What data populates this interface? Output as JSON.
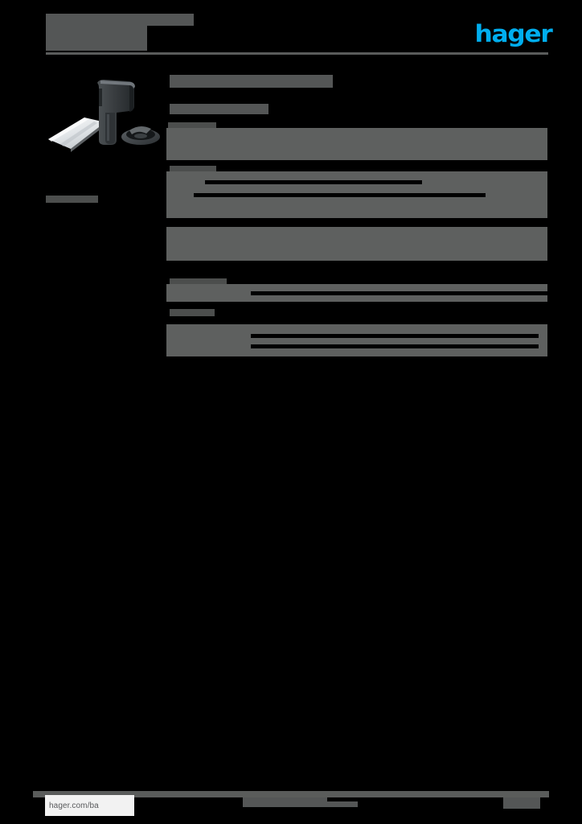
{
  "document": {
    "kind": "product-datasheet",
    "brand": "hager",
    "brand_color": "#00AEEF",
    "redaction_color": "#565857",
    "background_color": "#000000"
  },
  "header": {
    "title_line_1": "",
    "title_line_2": "",
    "title_line_3": "",
    "logo_wordmark": "hager"
  },
  "product": {
    "image_alt": "product-photo",
    "colors": {
      "body": "#3b3f42",
      "plate": "#e9ecef",
      "base": "#4a4e51"
    }
  },
  "sidebar": {
    "label": ""
  },
  "main": {
    "title": "",
    "subtitle": "",
    "sections": [
      {
        "heading": "",
        "body": ""
      },
      {
        "heading": "",
        "body": ""
      },
      {
        "heading": "",
        "body": ""
      },
      {
        "heading": "",
        "body": ""
      }
    ]
  },
  "footer": {
    "url": "hager.com/ba",
    "center_text_a": "",
    "center_text_b": "",
    "right_text": ""
  }
}
